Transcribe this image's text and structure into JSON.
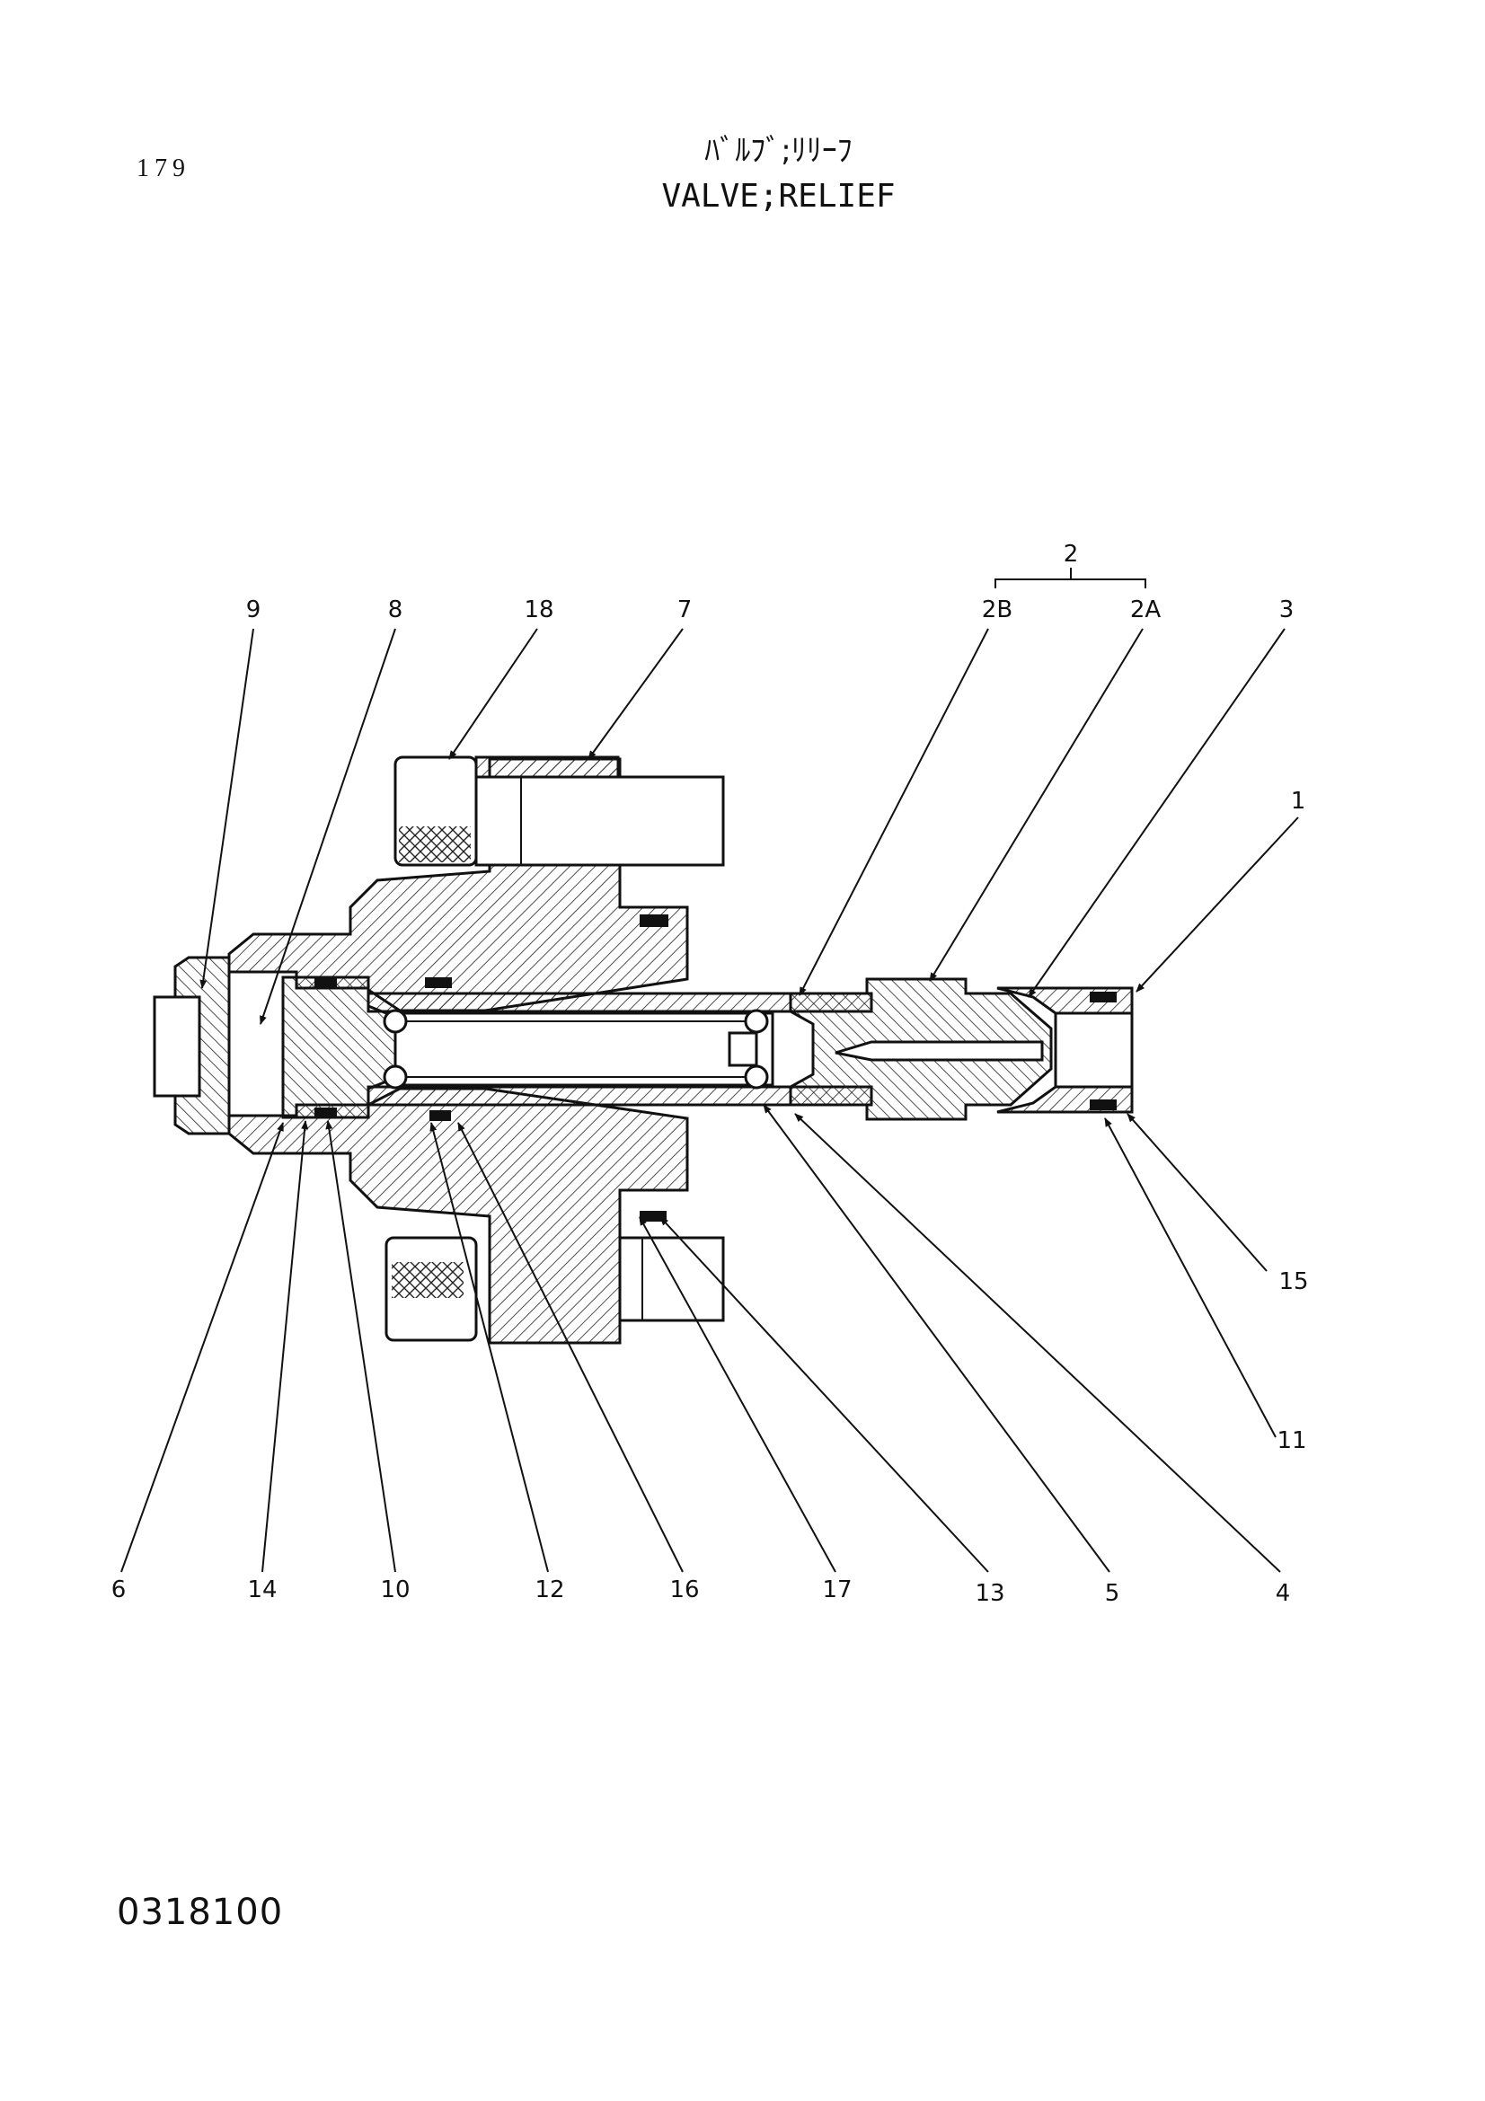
{
  "header": {
    "page_number": "179",
    "title_jp": "ﾊﾞﾙﾌﾞ;ﾘﾘｰﾌ",
    "title_en": "VALVE;RELIEF"
  },
  "footer": {
    "drawing_code": "0318100"
  },
  "group_label": "2",
  "callouts": [
    {
      "id": "c9",
      "label": "9"
    },
    {
      "id": "c8",
      "label": "8"
    },
    {
      "id": "c18",
      "label": "18"
    },
    {
      "id": "c7",
      "label": "7"
    },
    {
      "id": "c2b",
      "label": "2B"
    },
    {
      "id": "c2a",
      "label": "2A"
    },
    {
      "id": "c3",
      "label": "3"
    },
    {
      "id": "c1",
      "label": "1"
    },
    {
      "id": "c15",
      "label": "15"
    },
    {
      "id": "c11",
      "label": "11"
    },
    {
      "id": "c6",
      "label": "6"
    },
    {
      "id": "c14",
      "label": "14"
    },
    {
      "id": "c10",
      "label": "10"
    },
    {
      "id": "c12",
      "label": "12"
    },
    {
      "id": "c16",
      "label": "16"
    },
    {
      "id": "c17",
      "label": "17"
    },
    {
      "id": "c13",
      "label": "13"
    },
    {
      "id": "c5",
      "label": "5"
    },
    {
      "id": "c4",
      "label": "4"
    }
  ]
}
